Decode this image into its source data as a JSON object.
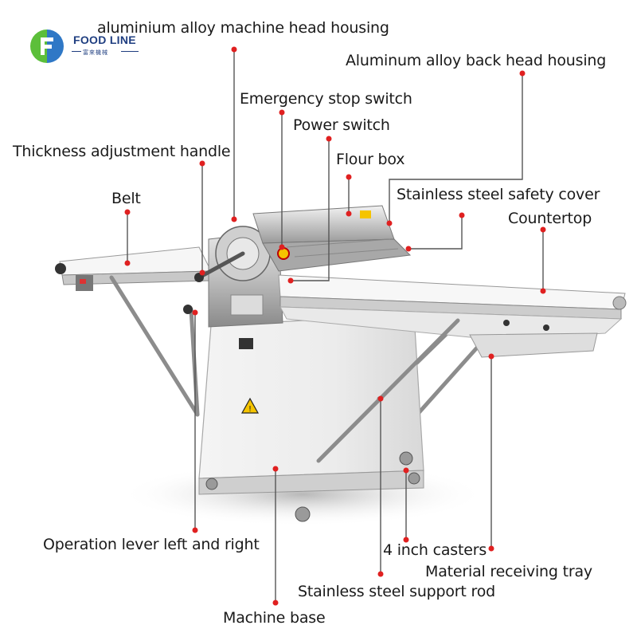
{
  "brand": {
    "name": "FOOD LINE",
    "subtitle": "富來機械",
    "colors": {
      "green": "#5cbf3a",
      "blue": "#2f78c6",
      "text": "#1f3e80"
    }
  },
  "callouts": {
    "head_housing": "aluminium alloy machine head housing",
    "back_head_housing": "Aluminum alloy back head housing",
    "emergency_stop": "Emergency stop switch",
    "power_switch": "Power switch",
    "thickness_handle": "Thickness adjustment handle",
    "flour_box": "Flour box",
    "belt": "Belt",
    "safety_cover": "Stainless steel safety cover",
    "countertop": "Countertop",
    "operation_lever": "Operation lever left and right",
    "casters": "4 inch casters",
    "receiving_tray": "Material receiving tray",
    "support_rod": "Stainless steel support rod",
    "machine_base": "Machine base"
  },
  "style": {
    "leader_color": "#555555",
    "dot_color": "#e02020"
  }
}
